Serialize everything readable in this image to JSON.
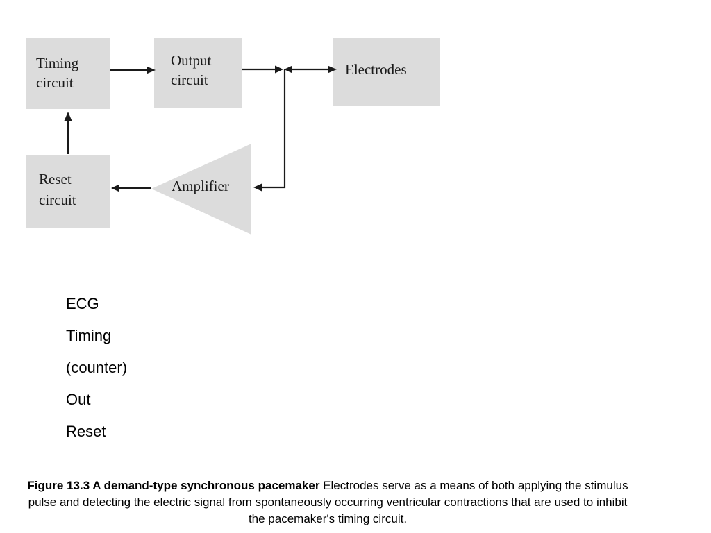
{
  "diagram": {
    "blocks": {
      "timing": [
        "Timing",
        "circuit"
      ],
      "output": [
        "Output",
        "circuit"
      ],
      "electrodes": [
        "Electrodes"
      ],
      "reset": [
        "Reset",
        "circuit"
      ],
      "amplifier": [
        "Amplifier"
      ]
    },
    "colors": {
      "block_fill": "#dcdcdc",
      "line": "#1a1a1a"
    }
  },
  "legend": [
    "ECG",
    "Timing",
    "(counter)",
    "Out",
    "Reset"
  ],
  "caption": {
    "figure_label": "Figure 13.3  A demand-type synchronous pacemaker",
    "text": " Electrodes serve as a means of both applying the stimulus pulse and detecting the electric signal from spontaneously occurring ventricular contractions that are used to inhibit the pacemaker's timing circuit."
  }
}
